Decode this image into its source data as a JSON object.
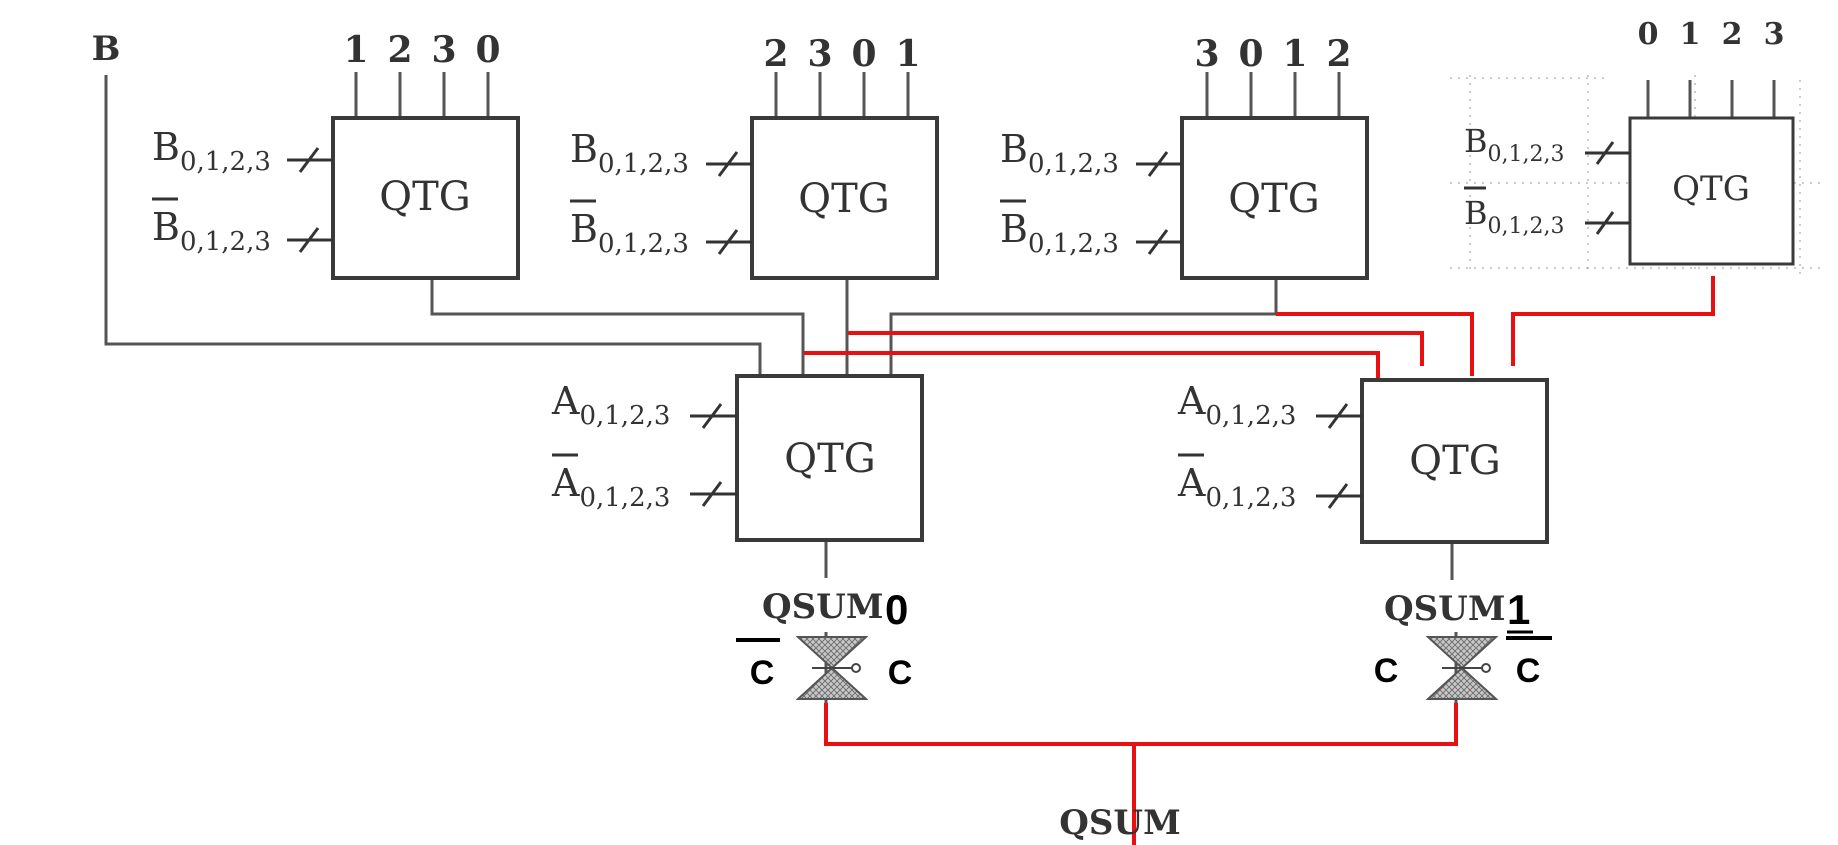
{
  "colors": {
    "wire": "#555555",
    "box": "#3a3a3a",
    "red_wire": "#e81010",
    "text": "#333333",
    "label_bold": "#000000",
    "gate_fill": "#9a9a9a"
  },
  "top_blocks": [
    {
      "name": "QTG",
      "pins": [
        "1",
        "2",
        "3",
        "0"
      ],
      "in1_main": "B",
      "in1_sub": "0,1,2,3",
      "in2_main": "B",
      "in2_sub": "0,1,2,3"
    },
    {
      "name": "QTG",
      "pins": [
        "2",
        "3",
        "0",
        "1"
      ],
      "in1_main": "B",
      "in1_sub": "0,1,2,3",
      "in2_main": "B",
      "in2_sub": "0,1,2,3"
    },
    {
      "name": "QTG",
      "pins": [
        "3",
        "0",
        "1",
        "2"
      ],
      "in1_main": "B",
      "in1_sub": "0,1,2,3",
      "in2_main": "B",
      "in2_sub": "0,1,2,3"
    },
    {
      "name": "QTG",
      "pins": [
        "0",
        "1",
        "2",
        "3"
      ],
      "in1_main": "B",
      "in1_sub": "0,1,2,3",
      "in2_main": "B",
      "in2_sub": "0,1,2,3"
    }
  ],
  "bottom_blocks": [
    {
      "name": "QTG",
      "in1_main": "A",
      "in1_sub": "0,1,2,3",
      "in2_main": "A",
      "in2_sub": "0,1,2,3",
      "out_label": "QSUM",
      "out_index": "0",
      "ctrl_left": "C",
      "ctrl_right": "C"
    },
    {
      "name": "QTG",
      "in1_main": "A",
      "in1_sub": "0,1,2,3",
      "in2_main": "A",
      "in2_sub": "0,1,2,3",
      "out_label": "QSUM",
      "out_index": "1",
      "ctrl_left": "C",
      "ctrl_right": "C"
    }
  ],
  "b_input_label": "B",
  "final_output_label": "QSUM"
}
